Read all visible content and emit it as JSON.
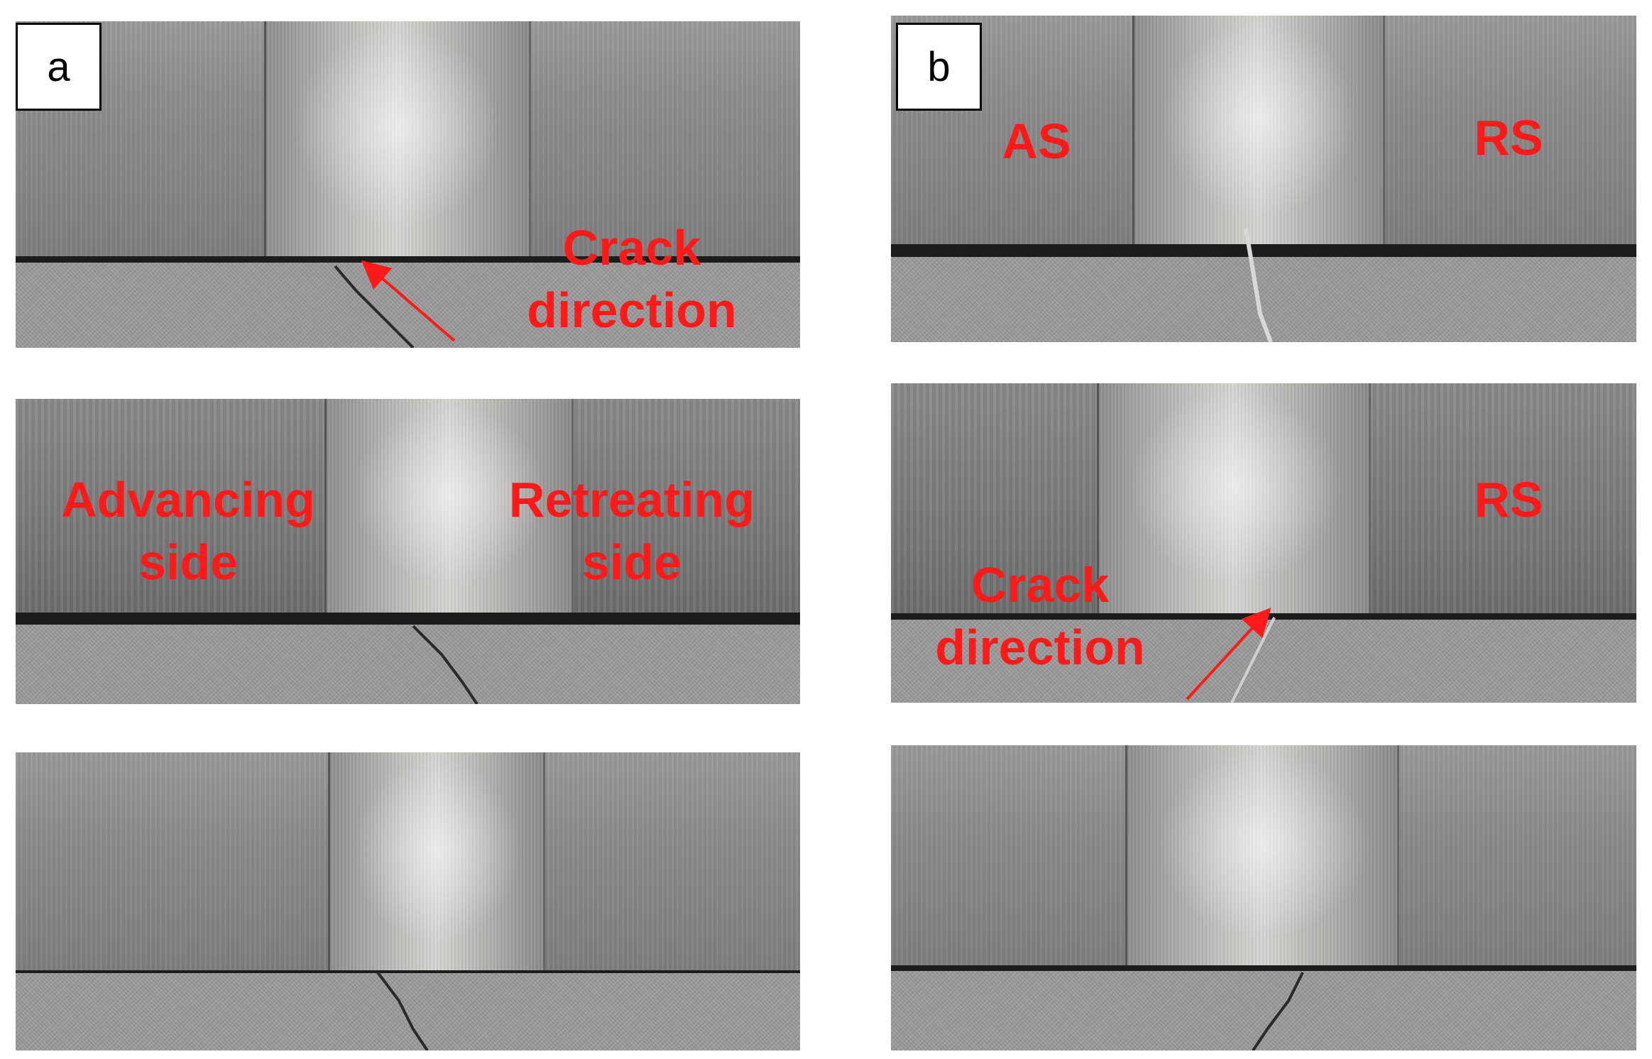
{
  "panel_labels": {
    "a": "a",
    "b": "b"
  },
  "annotations": {
    "a_top_crack": [
      "Crack",
      "direction"
    ],
    "a_mid_left": [
      "Advancing",
      "side"
    ],
    "a_mid_right": [
      "Retreating",
      "side"
    ],
    "b_top_left": "AS",
    "b_top_right": "RS",
    "b_mid_right": "RS",
    "b_mid_crack": [
      "Crack",
      "direction"
    ]
  },
  "colors": {
    "annotation": "#ff1a1a",
    "label_border": "#000000"
  }
}
